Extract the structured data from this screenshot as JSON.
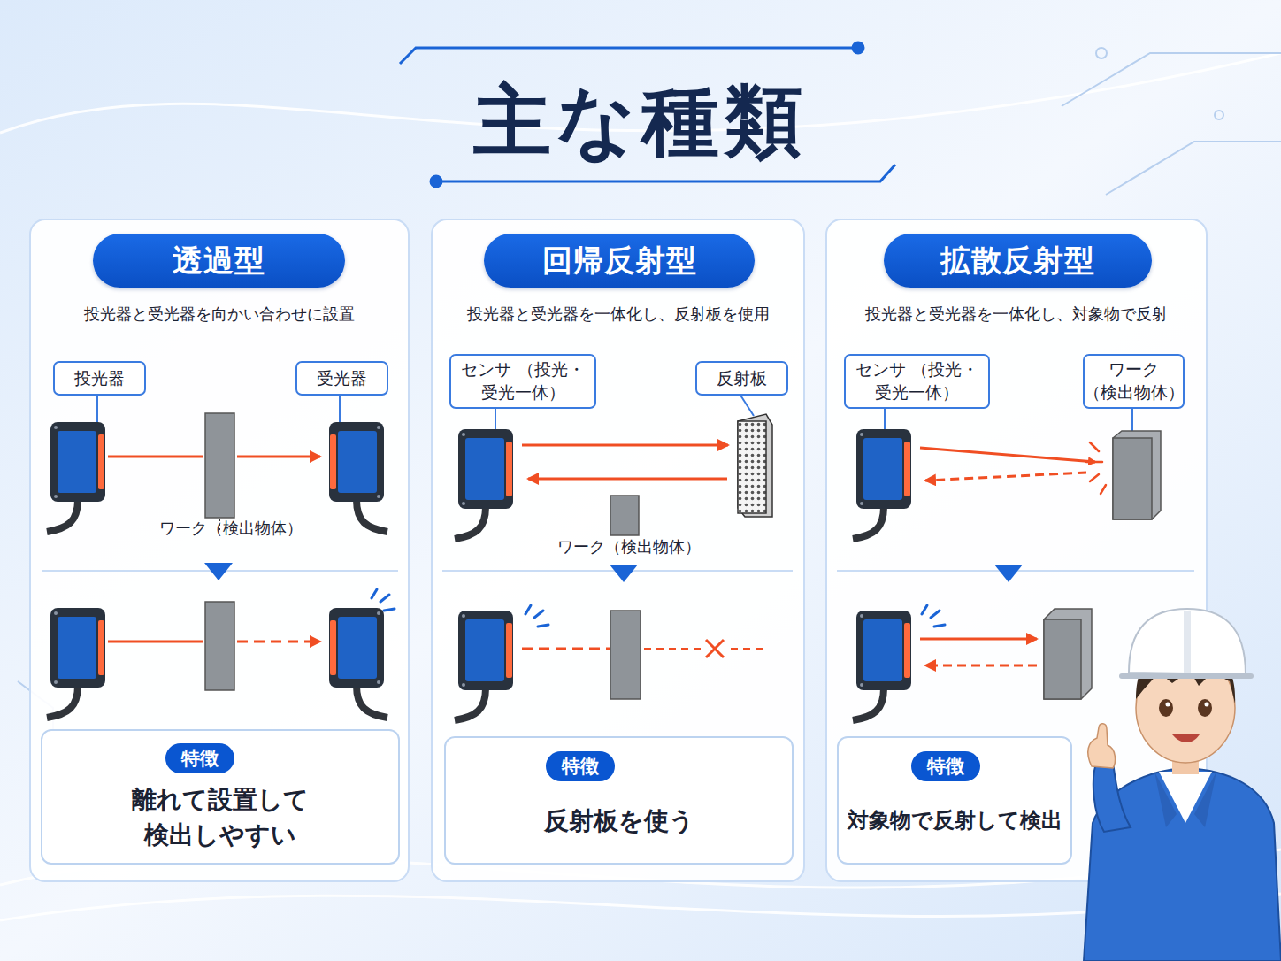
{
  "diagram": {
    "title": "主な種類",
    "nodes": [
      {
        "text": [
          "投光器と受光器を向かい合わせに設置"
        ]
      },
      {
        "text": [
          "透過型"
        ],
        "in": 0
      },
      {
        "text": [
          "投光器"
        ],
        "in": 0
      },
      {
        "text": [
          "受光器"
        ],
        "in": 0
      },
      {
        "text": [
          "離れて設置して 検出しやすい"
        ],
        "in": 0
      },
      {
        "text": [
          "特徴"
        ],
        "in": 4
      },
      {
        "text": [
          "投光器と受光器を一体化し、反射板を使用"
        ]
      },
      {
        "text": [
          "回帰反射型"
        ],
        "in": 6
      },
      {
        "text": [
          "センサ （投光・受光一体）"
        ],
        "in": 6
      },
      {
        "text": [
          "反射板"
        ],
        "in": 6
      },
      {
        "text": [
          "反射板を使う"
        ],
        "in": 6
      },
      {
        "text": [
          "特徴"
        ],
        "in": 10
      },
      {
        "text": [
          "投光器と受光器を一体化し、対象物で反射"
        ]
      },
      {
        "text": [
          "拡散反射型"
        ],
        "in": 12
      },
      {
        "text": [
          "センサ （投光・受光一体）"
        ],
        "in": 12
      },
      {
        "text": [
          "ワーク （検出物体）"
        ],
        "in": 12
      },
      {
        "text": [
          "対象物で反射して検出"
        ],
        "in": 12
      },
      {
        "text": [
          "特徴"
        ],
        "in": 16
      }
    ],
    "labels": [
      "ワーク（検出物体）",
      "ワーク（検出物体）"
    ]
  }
}
